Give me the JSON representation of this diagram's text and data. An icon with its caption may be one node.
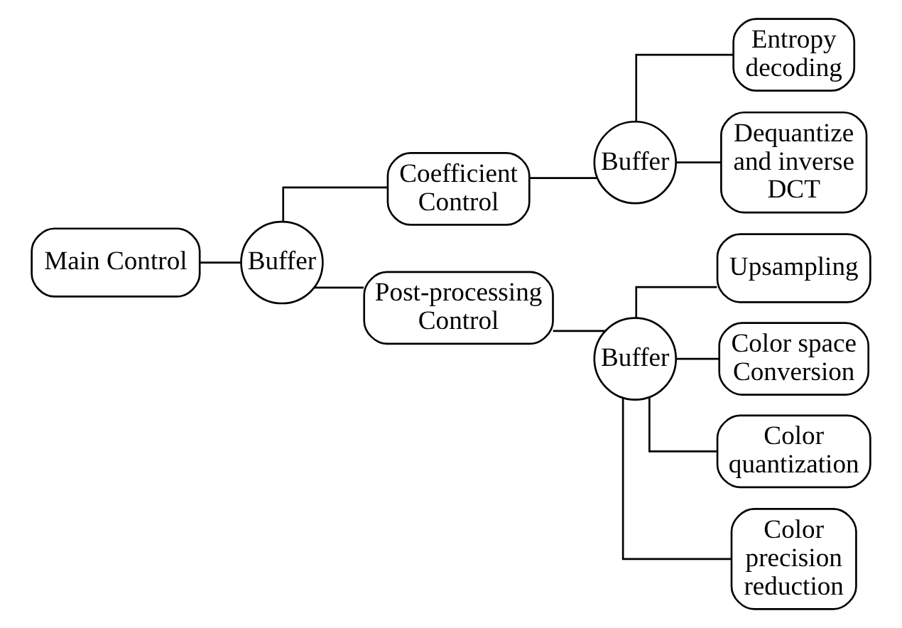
{
  "diagram": {
    "nodes": [
      {
        "text": [
          "Main Control"
        ]
      },
      {
        "text": [
          "Buffer"
        ]
      },
      {
        "text": [
          "Coefficient Control"
        ]
      },
      {
        "text": [
          "Buffer"
        ]
      },
      {
        "text": [
          "Entropy decoding"
        ]
      },
      {
        "text": [
          "Dequantize and inverse DCT"
        ]
      },
      {
        "text": [
          "Post-processing Control"
        ]
      },
      {
        "text": [
          "Buffer"
        ]
      },
      {
        "text": [
          "Upsampling"
        ]
      },
      {
        "text": [
          "Color space Conversion"
        ]
      },
      {
        "text": [
          "Color quantization"
        ]
      },
      {
        "text": [
          "Color precision reduction"
        ]
      }
    ],
    "edges": [
      {
        "from": 0,
        "to": 1,
        "arrow": "none"
      },
      {
        "from": 1,
        "to": 2,
        "arrow": "none"
      },
      {
        "from": 1,
        "to": 6,
        "arrow": "none"
      },
      {
        "from": 2,
        "to": 3,
        "arrow": "none"
      },
      {
        "from": 3,
        "to": 4,
        "arrow": "none"
      },
      {
        "from": 3,
        "to": 5,
        "arrow": "none"
      },
      {
        "from": 6,
        "to": 7,
        "arrow": "none"
      },
      {
        "from": 7,
        "to": 8,
        "arrow": "none"
      },
      {
        "from": 7,
        "to": 9,
        "arrow": "none"
      },
      {
        "from": 7,
        "to": 10,
        "arrow": "none"
      },
      {
        "from": 7,
        "to": 11,
        "arrow": "none"
      }
    ]
  }
}
